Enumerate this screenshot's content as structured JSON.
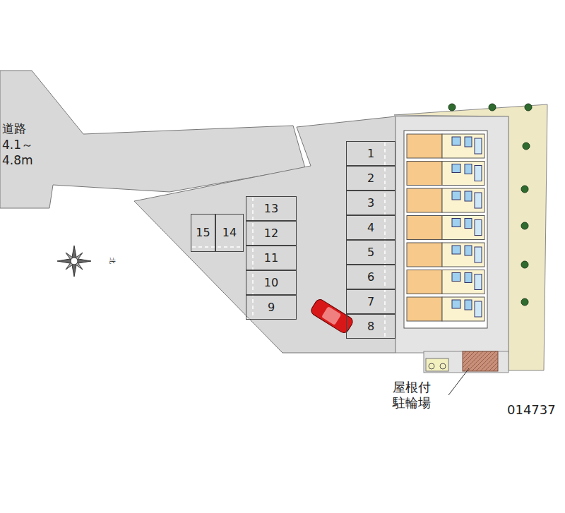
{
  "diagram": {
    "nodes": [
      {
        "text": [
          "道路 4.1～ 4.8m"
        ]
      },
      {
        "text": [
          "1"
        ]
      },
      {
        "text": [
          "2"
        ]
      },
      {
        "text": [
          "3"
        ]
      },
      {
        "text": [
          "4"
        ]
      },
      {
        "text": [
          "5"
        ]
      },
      {
        "text": [
          "6"
        ]
      },
      {
        "text": [
          "7"
        ]
      },
      {
        "text": [
          "8"
        ]
      },
      {
        "text": [
          "9"
        ]
      },
      {
        "text": [
          "10"
        ]
      },
      {
        "text": [
          "11"
        ]
      },
      {
        "text": [
          "12"
        ]
      },
      {
        "text": [
          "13"
        ]
      },
      {
        "text": [
          "14"
        ]
      },
      {
        "text": [
          "15"
        ]
      }
    ],
    "labels": [
      "北",
      "屋根付 駐輪場",
      "014737"
    ]
  }
}
